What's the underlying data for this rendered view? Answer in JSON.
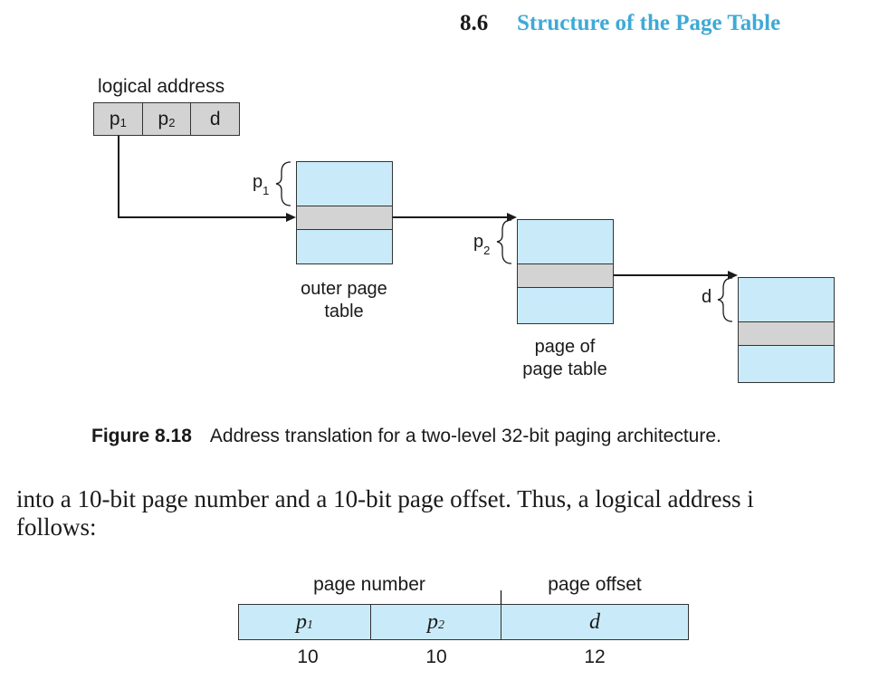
{
  "header": {
    "section_number": "8.6",
    "section_title": "Structure of the Page Table"
  },
  "figure": {
    "logical_address_label": "logical address",
    "address_fields": [
      {
        "base": "p",
        "sub": "1"
      },
      {
        "base": "p",
        "sub": "2"
      },
      {
        "base": "d",
        "sub": ""
      }
    ],
    "outer_table_label_1": "outer page",
    "outer_table_label_2": "table",
    "inner_table_label_1": "page of",
    "inner_table_label_2": "page table",
    "brace_p1": {
      "base": "p",
      "sub": "1"
    },
    "brace_p2": {
      "base": "p",
      "sub": "2"
    },
    "brace_d": "d",
    "caption_number": "Figure 8.18",
    "caption_text": "Address translation for a two-level 32-bit paging architecture.",
    "colors": {
      "table_fill": "#c9eaf9",
      "highlight_row": "#d3d3d3",
      "title_accent": "#3fa9d6"
    }
  },
  "body": {
    "line1": "into a 10-bit page number and a 10-bit page offset. Thus, a logical address i",
    "line2": "follows:"
  },
  "address_layout": {
    "page_number_label": "page number",
    "page_offset_label": "page offset",
    "fields": [
      {
        "base": "p",
        "sub": "1",
        "bits": "10"
      },
      {
        "base": "p",
        "sub": "2",
        "bits": "10"
      },
      {
        "base": "d",
        "sub": "",
        "bits": "12"
      }
    ]
  }
}
